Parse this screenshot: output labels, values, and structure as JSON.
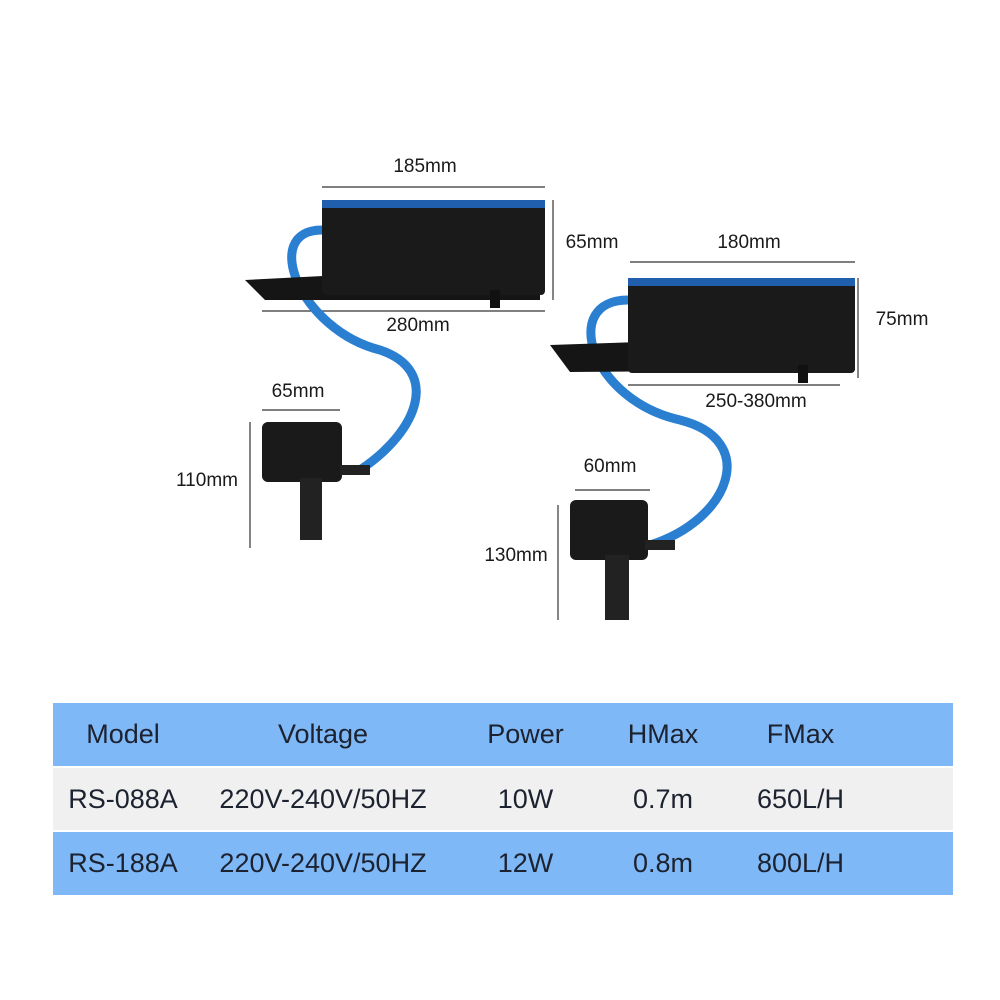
{
  "dimensions": {
    "left": {
      "top_width": "185mm",
      "height": "65mm",
      "bottom_width": "280mm",
      "pump_width": "65mm",
      "pump_height": "110mm"
    },
    "right": {
      "top_width": "180mm",
      "height": "75mm",
      "bottom_width": "250-380mm",
      "pump_width": "60mm",
      "pump_height": "130mm"
    }
  },
  "table": {
    "headers": [
      "Model",
      "Voltage",
      "Power",
      "HMax",
      "FMax"
    ],
    "rows": [
      [
        "RS-088A",
        "220V-240V/50HZ",
        "10W",
        "0.7m",
        "650L/H"
      ],
      [
        "RS-188A",
        "220V-240V/50HZ",
        "12W",
        "0.8m",
        "800L/H"
      ]
    ]
  },
  "colors": {
    "header_blue": "#7fb8f6",
    "hose_blue": "#2a7fd0",
    "row_grey": "#f1f0f0"
  }
}
